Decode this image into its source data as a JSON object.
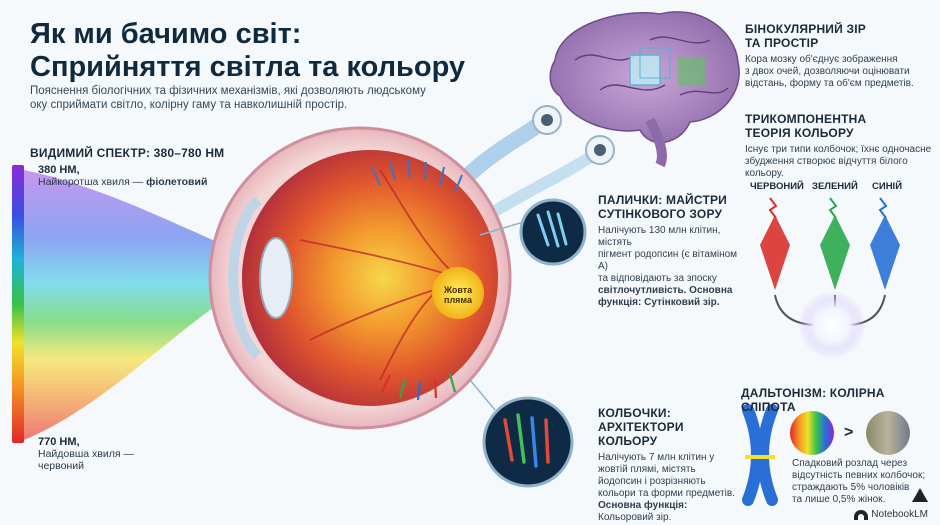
{
  "header": {
    "title_line1": "Як ми бачимо світ:",
    "title_line2": "Сприйняття світла та кольору",
    "subtitle_line1": "Пояснення біологічних та фізичних механізмів, які дозволяють людському",
    "subtitle_line2": "оку сприймати світло, колірну гаму та навколишній простір."
  },
  "spectrum": {
    "title": "ВИДИМИЙ СПЕКТР: 380–780 НМ",
    "short_value": "380 НМ,",
    "short_desc_prefix": "Найкоротша хвиля — ",
    "short_desc_color": "фіолетовий",
    "long_value": "770 НМ,",
    "long_desc_line1": "Найдовша хвиля —",
    "long_desc_line2": "червоний"
  },
  "eye": {
    "macula_line1": "Жовта",
    "macula_line2": "пляма"
  },
  "rods": {
    "title_line1": "ПАЛИЧКИ: МАЙСТРИ",
    "title_line2": "СУТІНКОВОГО ЗОРУ",
    "body_line1": "Налічують 130 млн клітин, містять",
    "body_line2": "пігмент родопсин (є вітаміном А)",
    "body_line3": "та відповідають за зпоску",
    "body_line4": "світлочутливість. Основна",
    "body_line5": "функція: Сутінковий зір."
  },
  "cones": {
    "title_line1": "КОЛБОЧКИ:",
    "title_line2": "АРХІТЕКТОРИ КОЛЬОРУ",
    "body_line1": "Налічують 7 млн клітин у",
    "body_line2": "жовтій плямі, містять",
    "body_line3": "йодопсин і розрізняють",
    "body_line4": "кольори та форми предметів.",
    "function_line1": "Основна функція:",
    "function_line2": "Кольоровий зір."
  },
  "binocular": {
    "title_line1": "БІНОКУЛЯРНИЙ ЗІР",
    "title_line2": "ТА ПРОСТІР",
    "body_line1": "Кора мозку об'єднує зображення",
    "body_line2": "з двох очей, дозволяючи оцінювати",
    "body_line3": "відстань, форму та об'єм предметів."
  },
  "trichromatic": {
    "title_line1": "ТРИКОМПОНЕНТНА",
    "title_line2": "ТЕОРІЯ КОЛЬОРУ",
    "body_line1": "Існує три типи колбочок; їхнє одночасне",
    "body_line2": "збудження створює відчуття білого",
    "body_line3": "кольору.",
    "cone_red": "ЧЕРВОНИЙ",
    "cone_green": "ЗЕЛЕНИЙ",
    "cone_blue": "СИНІЙ"
  },
  "daltonism": {
    "title": "ДАЛЬТОНІЗМ: КОЛІРНА СЛІПОТА",
    "compare_symbol": ">",
    "body_line1": "Спадковий розлад через",
    "body_line2": "відсутність певних колбочок;",
    "body_line3": "страждають 5% чоловіків",
    "body_line4": "та лише 0,5% жінок."
  },
  "brand": {
    "name": "NotebookLM"
  },
  "colors": {
    "red": "#d9302b",
    "green": "#2aa84a",
    "blue": "#2a6fd6",
    "macula": "#f6c21a"
  }
}
